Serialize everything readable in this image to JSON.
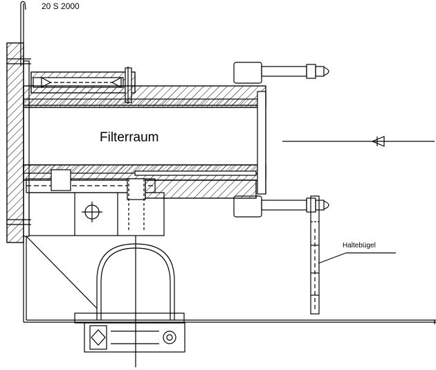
{
  "labels": {
    "code": "20 S 2000",
    "filter_room": "Filterraum",
    "bracket": "Haltebügel"
  },
  "colors": {
    "line": "#000000",
    "background": "#ffffff"
  }
}
